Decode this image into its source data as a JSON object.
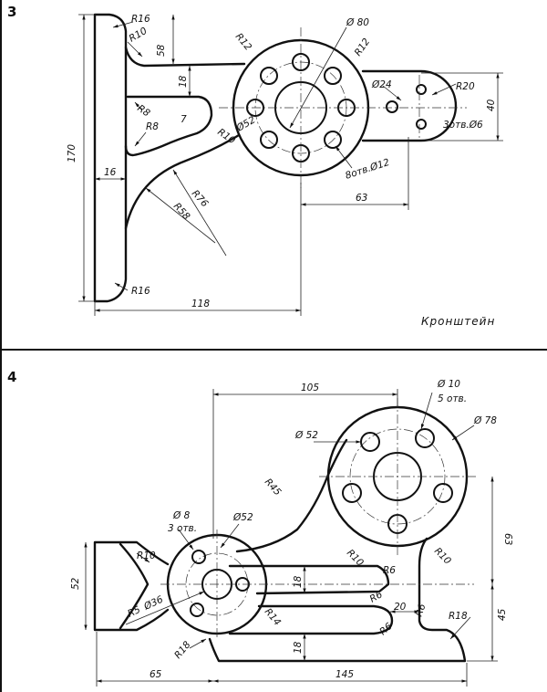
{
  "drawing3": {
    "number": "3",
    "caption": "Кронштейн",
    "dims": {
      "r16_top": "R16",
      "r10_top": "R10",
      "d58": "58",
      "r12_left": "R12",
      "d80": "Ø 80",
      "r12_right": "R12",
      "d18": "18",
      "d24": "Ø24",
      "r20": "R20",
      "d40": "40",
      "r8_a": "R8",
      "r8_b": "R8",
      "d7": "7",
      "r10_mid": "R10",
      "d52": "Ø52",
      "holes6": "3отв.Ø6",
      "holes12": "8отв.Ø12",
      "d170": "170",
      "d16": "16",
      "r76": "R76",
      "r58": "R58",
      "d63": "63",
      "r16_bottom": "R16",
      "d118": "118"
    }
  },
  "drawing4": {
    "number": "4",
    "dims": {
      "d105": "105",
      "d10": "Ø 10",
      "holes5": "5 отв.",
      "d52_top": "Ø 52",
      "d78": "Ø 78",
      "r45": "R45",
      "d8": "Ø 8",
      "holes3": "3 отв.",
      "d52_mid": "Ø52",
      "r10_left": "R10",
      "r10_a": "R10",
      "r6_a": "R6",
      "r10_b": "R10",
      "d63": "63",
      "d52_left": "52",
      "d18_a": "18",
      "r6_b": "R6",
      "d20": "20",
      "r6_c": "R6",
      "r18_right": "R18",
      "r5": "R5",
      "d36": "Ø36",
      "r14": "R14",
      "r6_d": "R6",
      "d45": "45",
      "r18_left": "R18",
      "d18_b": "18",
      "d65": "65",
      "d145": "145"
    }
  }
}
